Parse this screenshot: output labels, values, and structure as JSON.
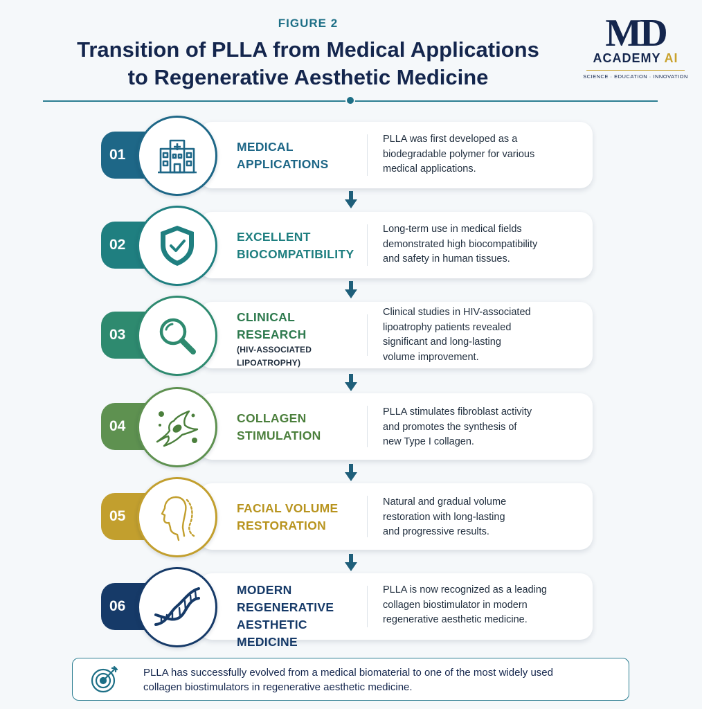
{
  "header": {
    "figure_label": "FIGURE 2",
    "title_line1": "Transition of PLLA from Medical Applications",
    "title_line2": "to Regenerative Aesthetic Medicine"
  },
  "logo": {
    "mark": "MD",
    "academy": "ACADEMY",
    "ai": "AI",
    "tagline": "SCIENCE · EDUCATION · INNOVATION"
  },
  "steps": [
    {
      "number": "01",
      "heading_line1": "MEDICAL",
      "heading_line2": "APPLICATIONS",
      "icon": "hospital-icon",
      "desc_lines": [
        "PLLA was first developed as a",
        "biodegradable polymer for various",
        "medical applications."
      ]
    },
    {
      "number": "02",
      "heading_line1": "EXCELLENT",
      "heading_line2": "BIOCOMPATIBILITY",
      "icon": "shield-check-icon",
      "desc_lines": [
        "Long-term use in medical fields",
        "demonstrated high biocompatibility",
        "and safety in human tissues."
      ]
    },
    {
      "number": "03",
      "heading_line1": "CLINICAL",
      "heading_line2": "RESEARCH",
      "sub_line1": "(HIV-ASSOCIATED",
      "sub_line2": "LIPOATROPHY)",
      "icon": "magnifier-icon",
      "desc_lines": [
        "Clinical studies in HIV-associated",
        "lipoatrophy patients revealed",
        "significant and long-lasting",
        "volume improvement."
      ]
    },
    {
      "number": "04",
      "heading_line1": "COLLAGEN",
      "heading_line2": "STIMULATION",
      "icon": "fibroblast-cell-icon",
      "desc_lines": [
        "PLLA stimulates fibroblast activity",
        "and promotes the synthesis of",
        "new Type I collagen."
      ]
    },
    {
      "number": "05",
      "heading_line1": "FACIAL VOLUME",
      "heading_line2": "RESTORATION",
      "icon": "face-profile-icon",
      "desc_lines": [
        "Natural and gradual volume",
        "restoration with long-lasting",
        "and progressive results."
      ]
    },
    {
      "number": "06",
      "heading_line1": "MODERN",
      "heading_line2": "REGENERATIVE",
      "heading_line3": "AESTHETIC MEDICINE",
      "icon": "dna-icon",
      "desc_lines": [
        "PLLA is now recognized as a leading",
        "collagen biostimulator in modern",
        "regenerative aesthetic medicine."
      ]
    }
  ],
  "summary": {
    "icon": "target-icon",
    "line1": "PLLA has successfully evolved from a medical biomaterial to one of the most widely used",
    "line2": "collagen biostimulators in regenerative aesthetic medicine."
  },
  "colors": {
    "step1": "#1e6787",
    "step2": "#1f7f80",
    "step3": "#2e8a6f",
    "step4": "#5e9150",
    "step5": "#c29f2e",
    "step6": "#163a68",
    "title": "#14264d",
    "accent": "#1d6f86",
    "gold": "#c9a22c"
  }
}
